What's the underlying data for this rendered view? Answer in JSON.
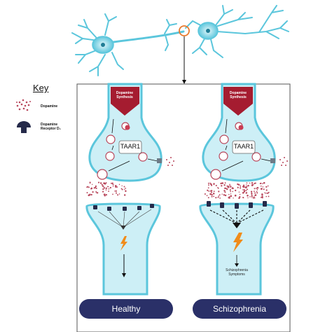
{
  "key": {
    "title": "Key",
    "dopamine_label": "Dopamine",
    "receptor_label_line1": "Dopamine",
    "receptor_label_line2": "Receptor D₂"
  },
  "panels": {
    "healthy": {
      "synthesis_line1": "Dopamine",
      "synthesis_line2": "Synthesis",
      "taar_label": "TAAR1",
      "button_label": "Healthy"
    },
    "schizophrenia": {
      "synthesis_line1": "Dopamine",
      "synthesis_line2": "Synthesis",
      "taar_label": "TAAR1",
      "symptoms_line1": "Schizophrenia",
      "symptoms_line2": "Symptoms",
      "button_label": "Schizophrenia"
    }
  },
  "colors": {
    "neuron": "#5bc6dc",
    "neuron_fill": "#cdeff6",
    "synthesis": "#a51c30",
    "dopamine": "#b8465b",
    "receptor": "#252a4a",
    "button": "#2a3068",
    "lightning": "#f08c1a"
  }
}
